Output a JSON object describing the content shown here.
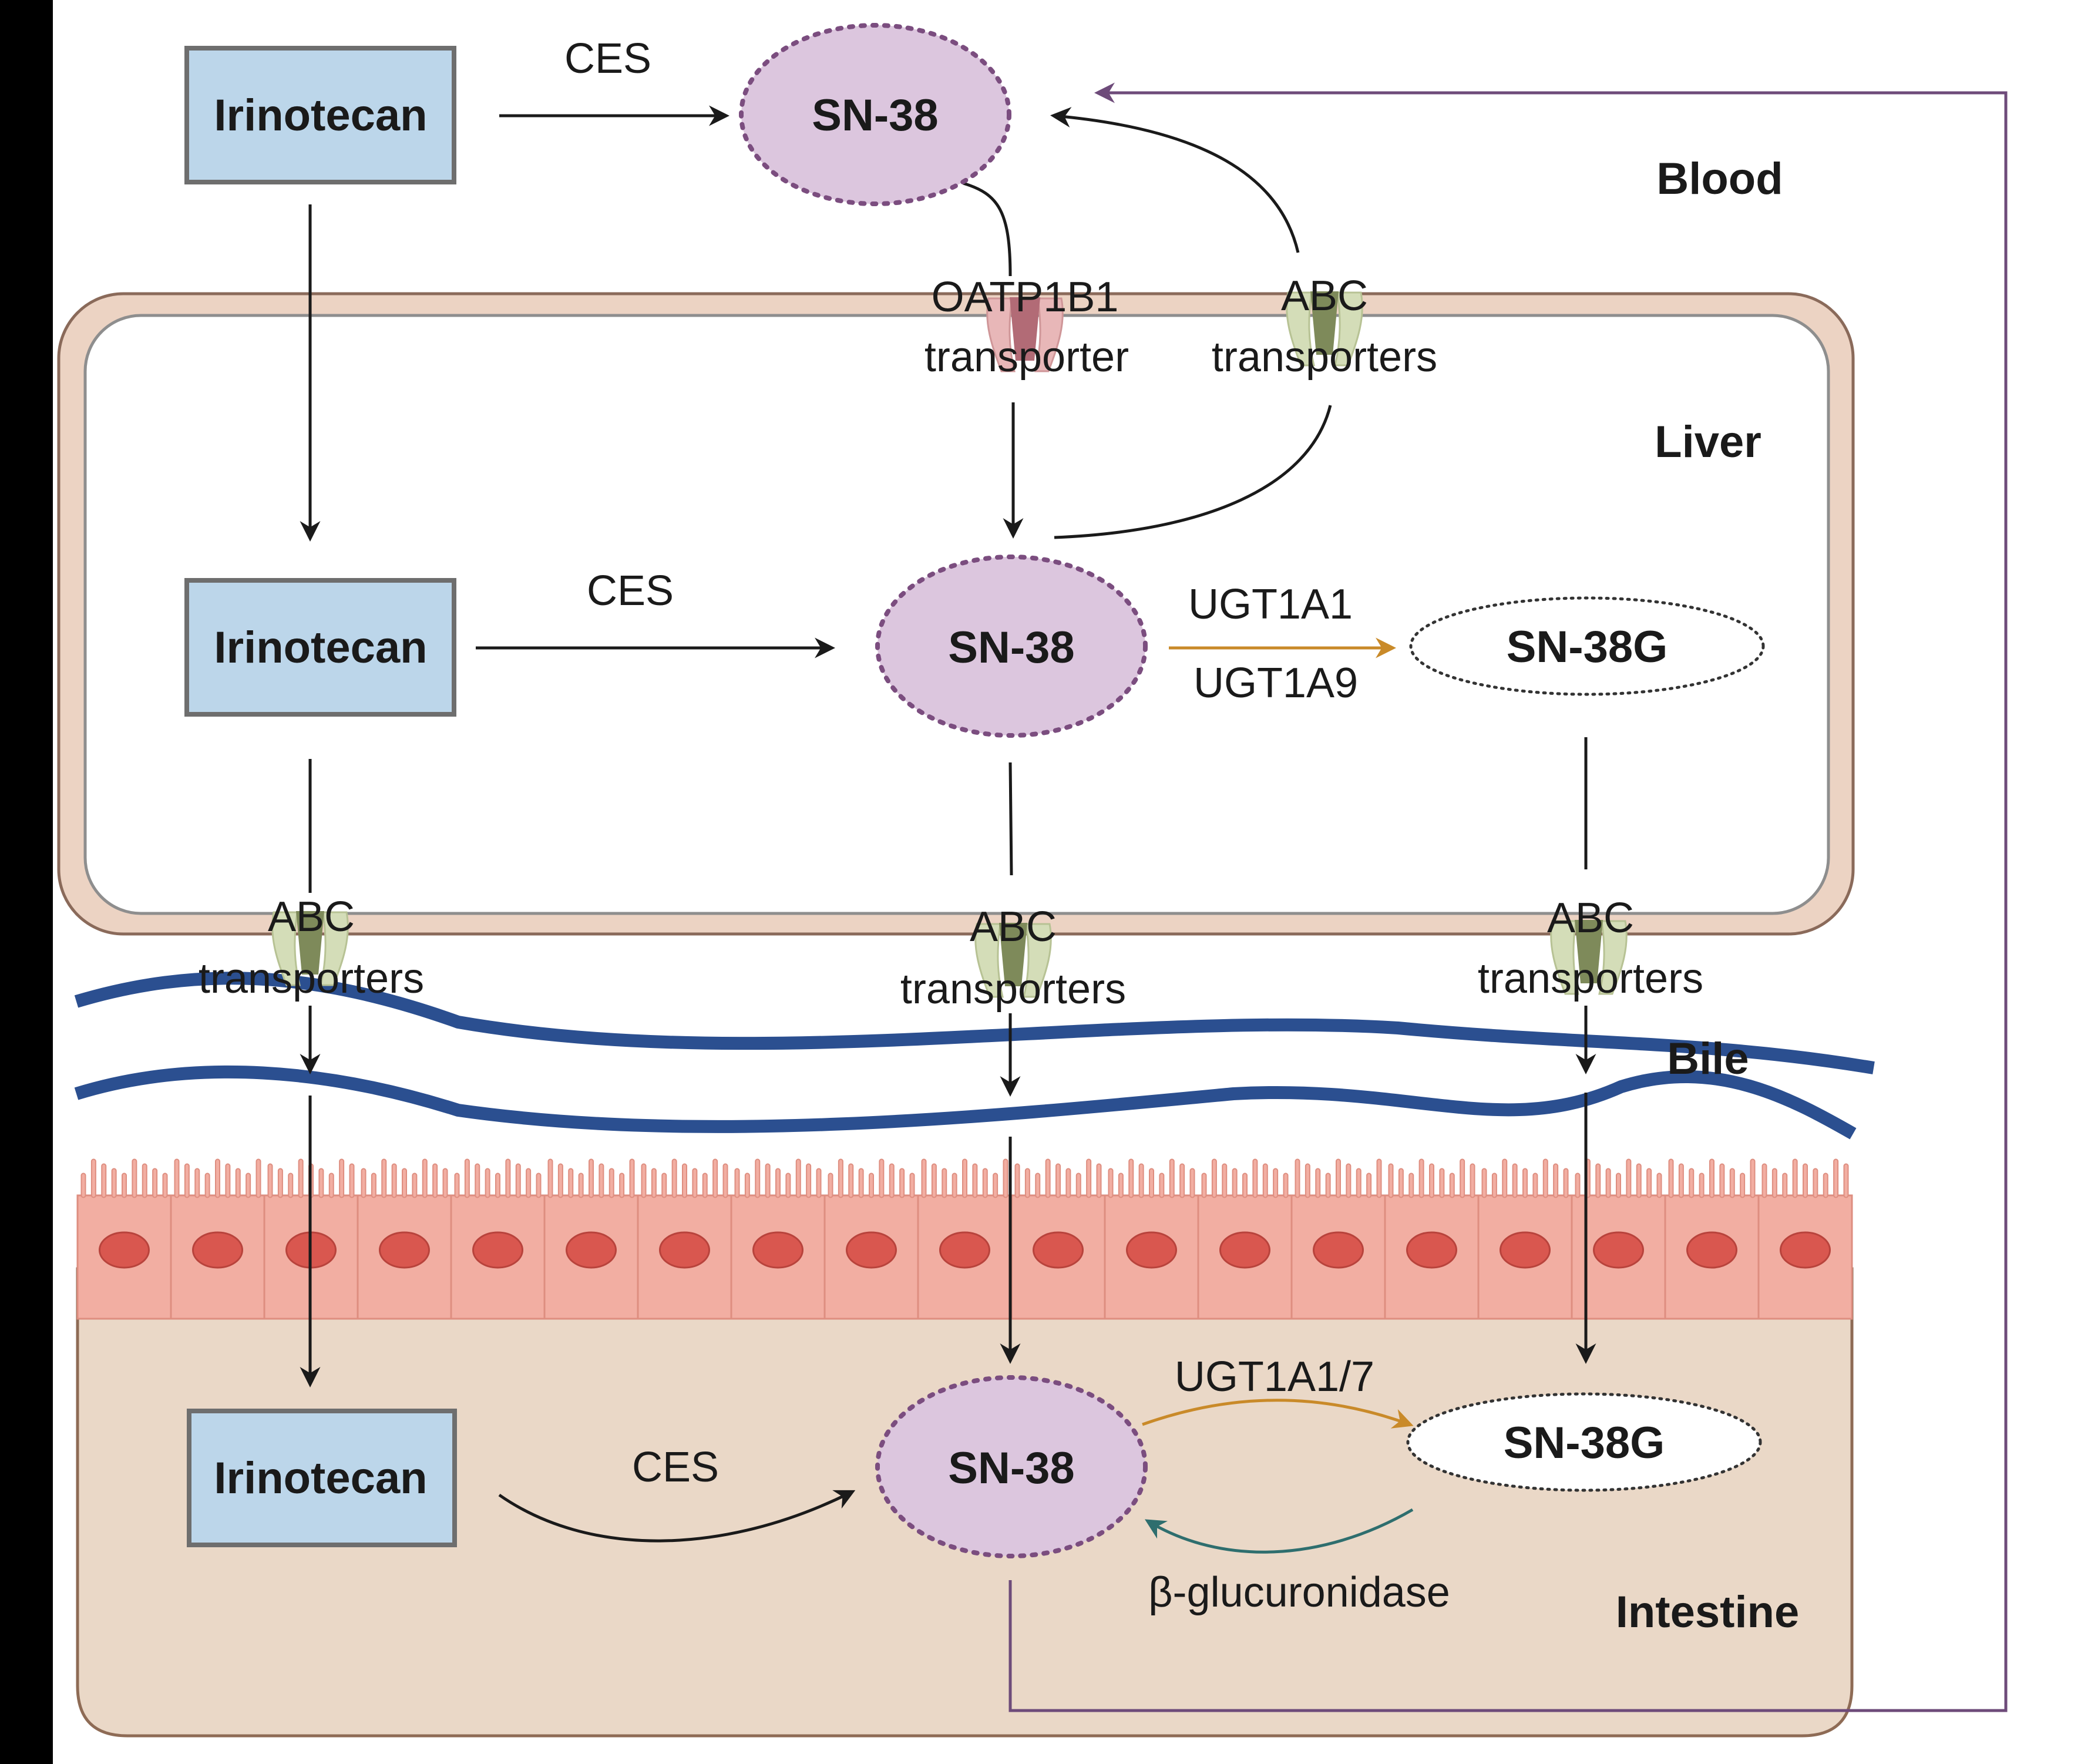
{
  "compartments": {
    "blood": "Blood",
    "liver": "Liver",
    "bile": "Bile",
    "intestine": "Intestine"
  },
  "nodes": {
    "blood_irinotecan": "Irinotecan",
    "blood_sn38": "SN-38",
    "liver_irinotecan": "Irinotecan",
    "liver_sn38": "SN-38",
    "liver_sn38g": "SN-38G",
    "intestine_irinotecan": "Irinotecan",
    "intestine_sn38": "SN-38",
    "intestine_sn38g": "SN-38G"
  },
  "enzymes": {
    "blood_ces": "CES",
    "liver_ces": "CES",
    "intestine_ces": "CES",
    "liver_ugt_1": "UGT1A1",
    "liver_ugt_2": "UGT1A9",
    "intestine_ugt": "UGT1A1/7",
    "beta_glucuronidase": "β-glucuronidase"
  },
  "transporters": {
    "oatp_line1": "OATP1B1",
    "oatp_line2": "transporter",
    "abc_line1": "ABC",
    "abc_line2": "transporters"
  },
  "colors": {
    "background": "#ffffff",
    "drug_box_fill": "#bcd6ea",
    "drug_box_stroke": "#6e6e6e",
    "sn38_fill": "#dcc6de",
    "sn38_stroke": "#7b4d7f",
    "sn38g_stroke": "#333333",
    "liver_membrane": "#ecd3c3",
    "liver_membrane_stroke": "#8a6a5a",
    "liver_interior": "#ffffff",
    "bile_line": "#2b4f90",
    "intestine_fill": "#ead8c7",
    "intestine_stroke": "#8e6b55",
    "epithelium_fill": "#f2aea2",
    "epithelium_stroke": "#de8e80",
    "nucleus_fill": "#d9574f",
    "ugt_arrow": "#c98a29",
    "glucuronidase_arrow": "#2e6e6e",
    "reabsorption_line": "#6e4b7a",
    "abc_transporter": "#d4ddb8",
    "abc_transporter_core": "#7e8a5a",
    "oatp_transporter": "#e8b7b8",
    "oatp_transporter_core": "#b26b76"
  }
}
